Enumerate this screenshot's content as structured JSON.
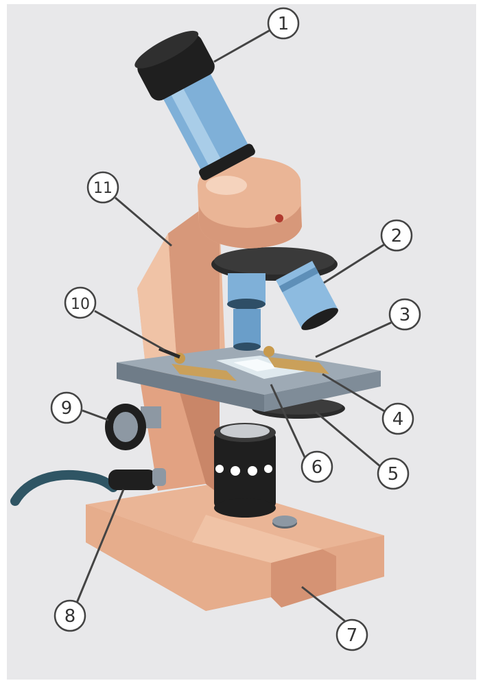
{
  "diagram": {
    "colors": {
      "background": "#e8e8ea",
      "body": "#eab596",
      "body_shadow": "#d7987a",
      "body_dark": "#c98668",
      "tube": "#7fb0d8",
      "black": "#1f1f1f",
      "stage": "#8a98a5",
      "cable": "#2f5564"
    },
    "labels": [
      {
        "id": "1",
        "text": "1",
        "part": "eyepiece"
      },
      {
        "id": "2",
        "text": "2",
        "part": "objective lens"
      },
      {
        "id": "3",
        "text": "3",
        "part": "stage"
      },
      {
        "id": "4",
        "text": "4",
        "part": "stage clip"
      },
      {
        "id": "5",
        "text": "5",
        "part": "diaphragm disc"
      },
      {
        "id": "6",
        "text": "6",
        "part": "specimen slide"
      },
      {
        "id": "7",
        "text": "7",
        "part": "base"
      },
      {
        "id": "8",
        "text": "8",
        "part": "light switch knob"
      },
      {
        "id": "9",
        "text": "9",
        "part": "focus knob"
      },
      {
        "id": "10",
        "text": "10",
        "part": "clip holder"
      },
      {
        "id": "11",
        "text": "11",
        "part": "arm"
      }
    ]
  }
}
